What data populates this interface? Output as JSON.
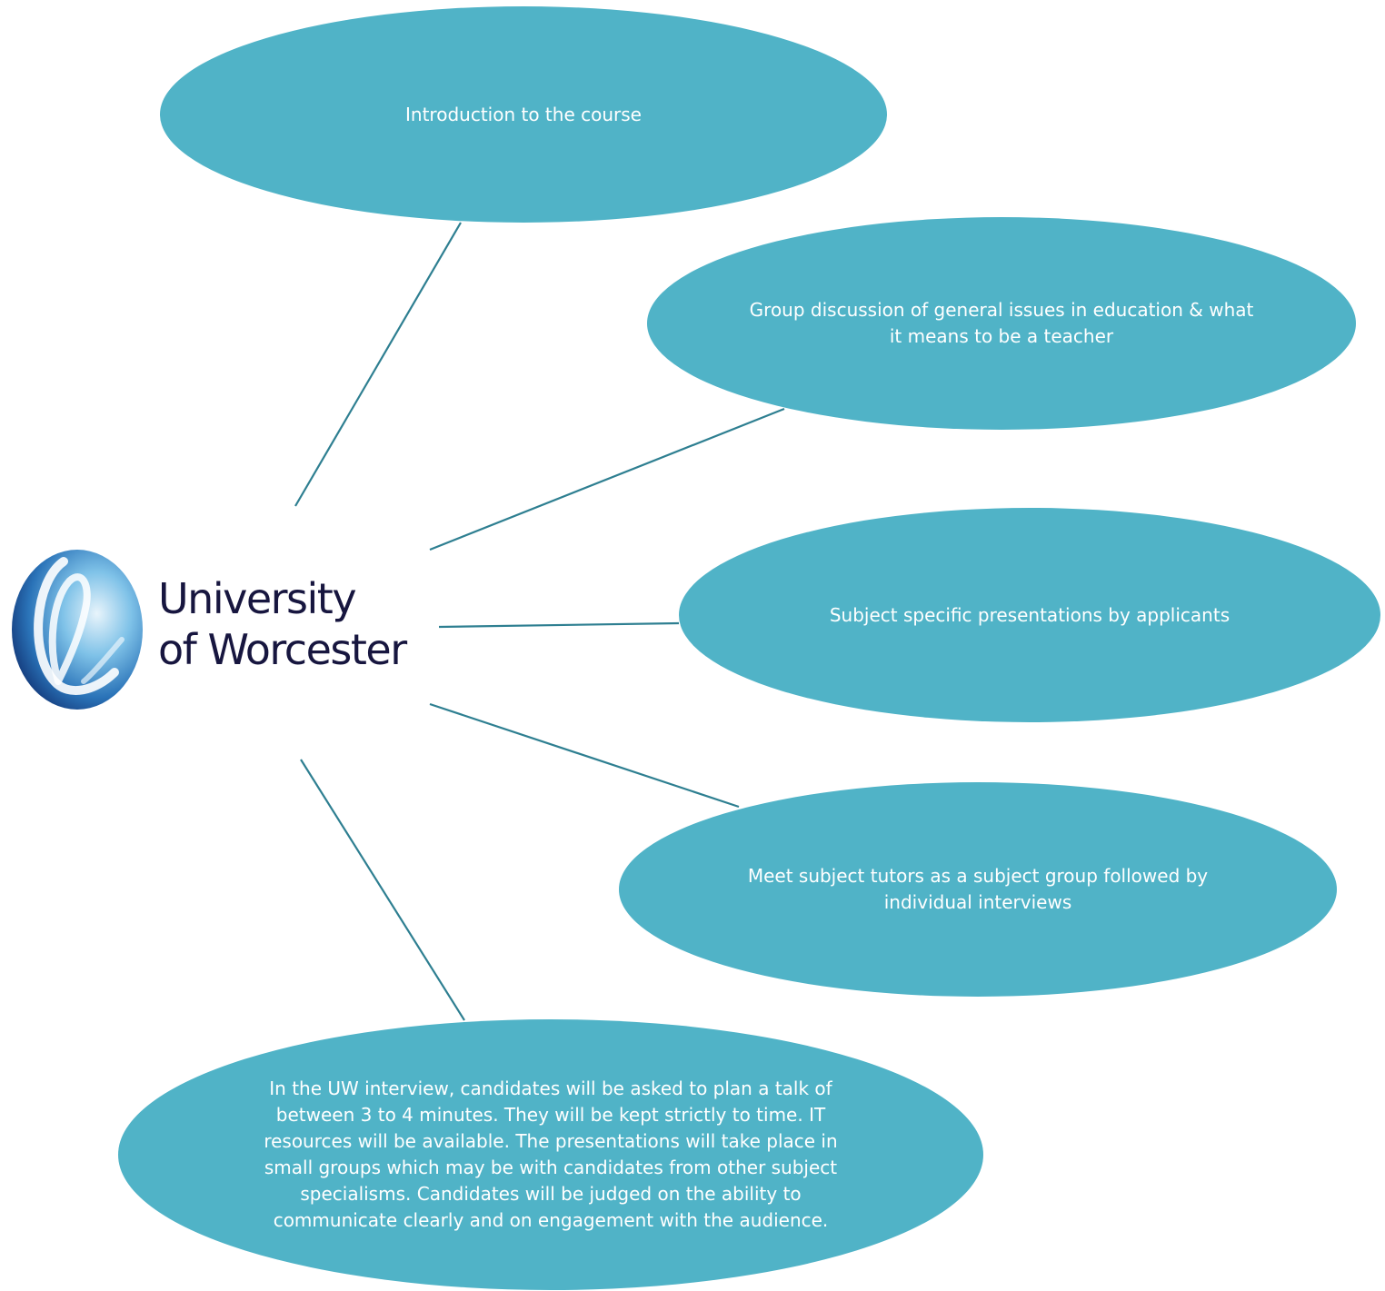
{
  "colors": {
    "bubble_fill": "#50b3c7",
    "connector": "#2e7f91",
    "bubble_text": "#ffffff",
    "logo_text": "#17163f"
  },
  "logo": {
    "line1": "University",
    "line2": "of Worcester",
    "emblem_icon": "university-emblem-icon"
  },
  "nodes": [
    {
      "id": "intro",
      "text": "Introduction to the course"
    },
    {
      "id": "group",
      "text": "Group discussion of general issues in education & what it means to be a teacher"
    },
    {
      "id": "presentations",
      "text": "Subject specific presentations by applicants"
    },
    {
      "id": "tutors",
      "text": "Meet subject tutors as a subject group followed by individual interviews"
    },
    {
      "id": "interview",
      "text": "In the UW interview, candidates will be asked to plan a talk of between 3 to 4 minutes. They will be kept strictly to time.  IT resources will be available.  The presentations will take place in small groups which may be with candidates from other subject specialisms. Candidates will be judged on the ability to communicate clearly and on engagement with the audience."
    }
  ]
}
